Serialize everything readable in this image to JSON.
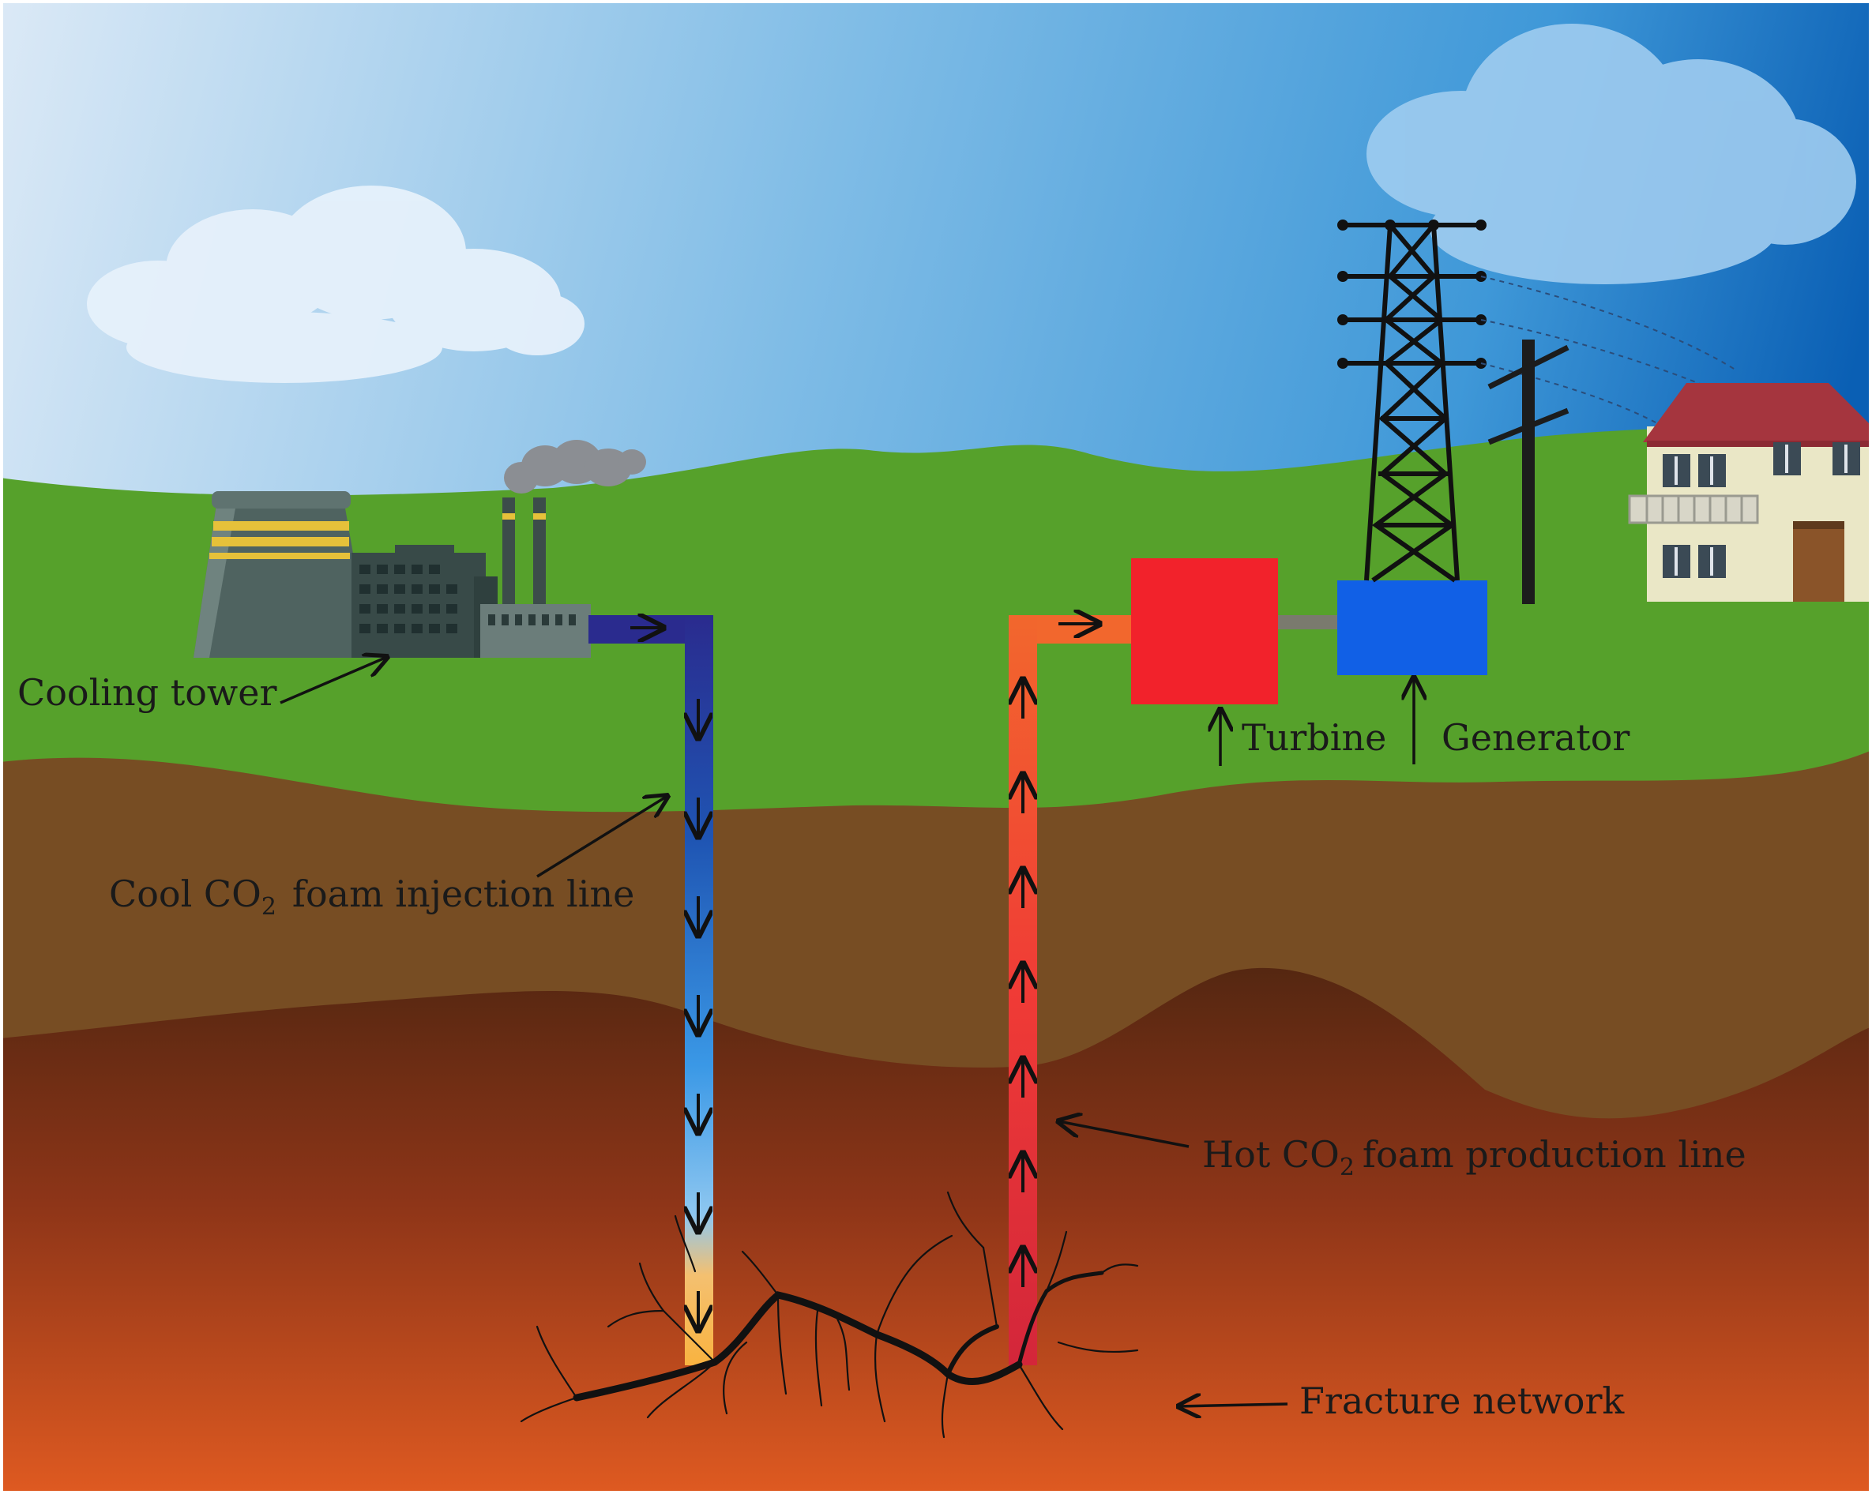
{
  "labels": {
    "cooling_tower": "Cooling tower",
    "injection_line_prefix": "Cool CO",
    "injection_line_sub": "2",
    "injection_line_suffix": "foam injection line",
    "turbine": "Turbine",
    "generator": "Generator",
    "production_line_prefix": "Hot CO",
    "production_line_sub": "2",
    "production_line_suffix": "foam production line",
    "fracture_network": "Fracture network"
  },
  "colors": {
    "sky_top_right": "#0a5fb4",
    "sky_left": "#dbe9f6",
    "grass": "#56a12b",
    "soil_upper": "#774d23",
    "soil_deep_top": "#552711",
    "soil_deep_bottom": "#df5a21",
    "injection_cool": "#2a2b8e",
    "injection_warm": "#f9b340",
    "production_hot": "#f2672d",
    "production_deep": "#d3263a",
    "turbine": "#f2222b",
    "generator": "#1160e6",
    "fracture": "#111111"
  },
  "icons": {
    "plant": "power-plant-icon",
    "tower": "transmission-tower-icon",
    "pole": "utility-pole-icon",
    "house": "house-icon"
  }
}
